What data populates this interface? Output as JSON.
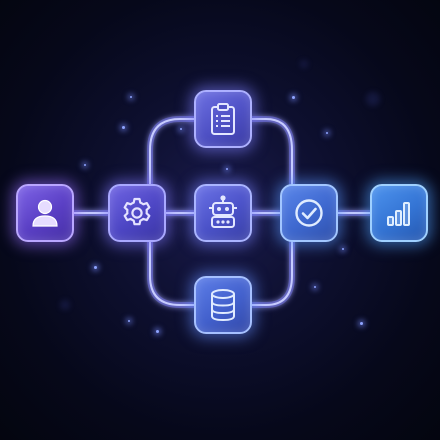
{
  "diagram": {
    "nodes": [
      {
        "id": "user",
        "icon": "user-icon"
      },
      {
        "id": "settings",
        "icon": "gear-icon"
      },
      {
        "id": "clipboard",
        "icon": "clipboard-checklist-icon"
      },
      {
        "id": "robot",
        "icon": "robot-icon"
      },
      {
        "id": "database",
        "icon": "database-icon"
      },
      {
        "id": "check",
        "icon": "check-circle-icon"
      },
      {
        "id": "chart",
        "icon": "bar-chart-icon"
      }
    ],
    "edges": [
      {
        "from": "user",
        "to": "settings"
      },
      {
        "from": "settings",
        "to": "robot"
      },
      {
        "from": "settings",
        "to": "clipboard"
      },
      {
        "from": "settings",
        "to": "database"
      },
      {
        "from": "robot",
        "to": "check"
      },
      {
        "from": "clipboard",
        "to": "check"
      },
      {
        "from": "database",
        "to": "check"
      },
      {
        "from": "check",
        "to": "chart"
      }
    ],
    "colors": {
      "background": "#06081a",
      "accent_purple": "#7d63e6",
      "accent_blue": "#4d93ee",
      "connector_glow": "#9aa8ff"
    }
  }
}
